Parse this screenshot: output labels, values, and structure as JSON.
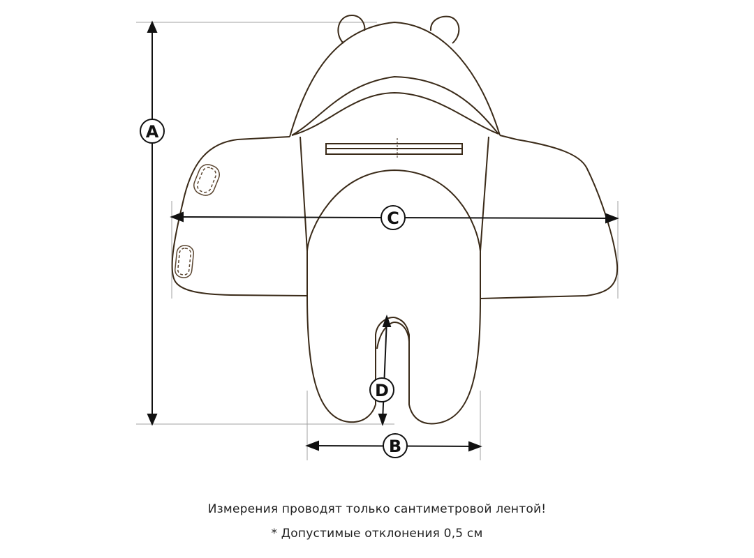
{
  "diagram": {
    "title": "Baby envelope (wrap) measurement diagram",
    "labels": {
      "A": "A",
      "B": "B",
      "C": "C",
      "D": "D"
    },
    "colors": {
      "outline": "#3a2a18",
      "dimension_line": "#111111",
      "guide_line": "#9a9a9a",
      "background": "#ffffff"
    }
  },
  "notes": {
    "line1": "Измерения проводят только сантиметровой лентой!",
    "line2": "* Допустимые отклонения 0,5 см"
  }
}
